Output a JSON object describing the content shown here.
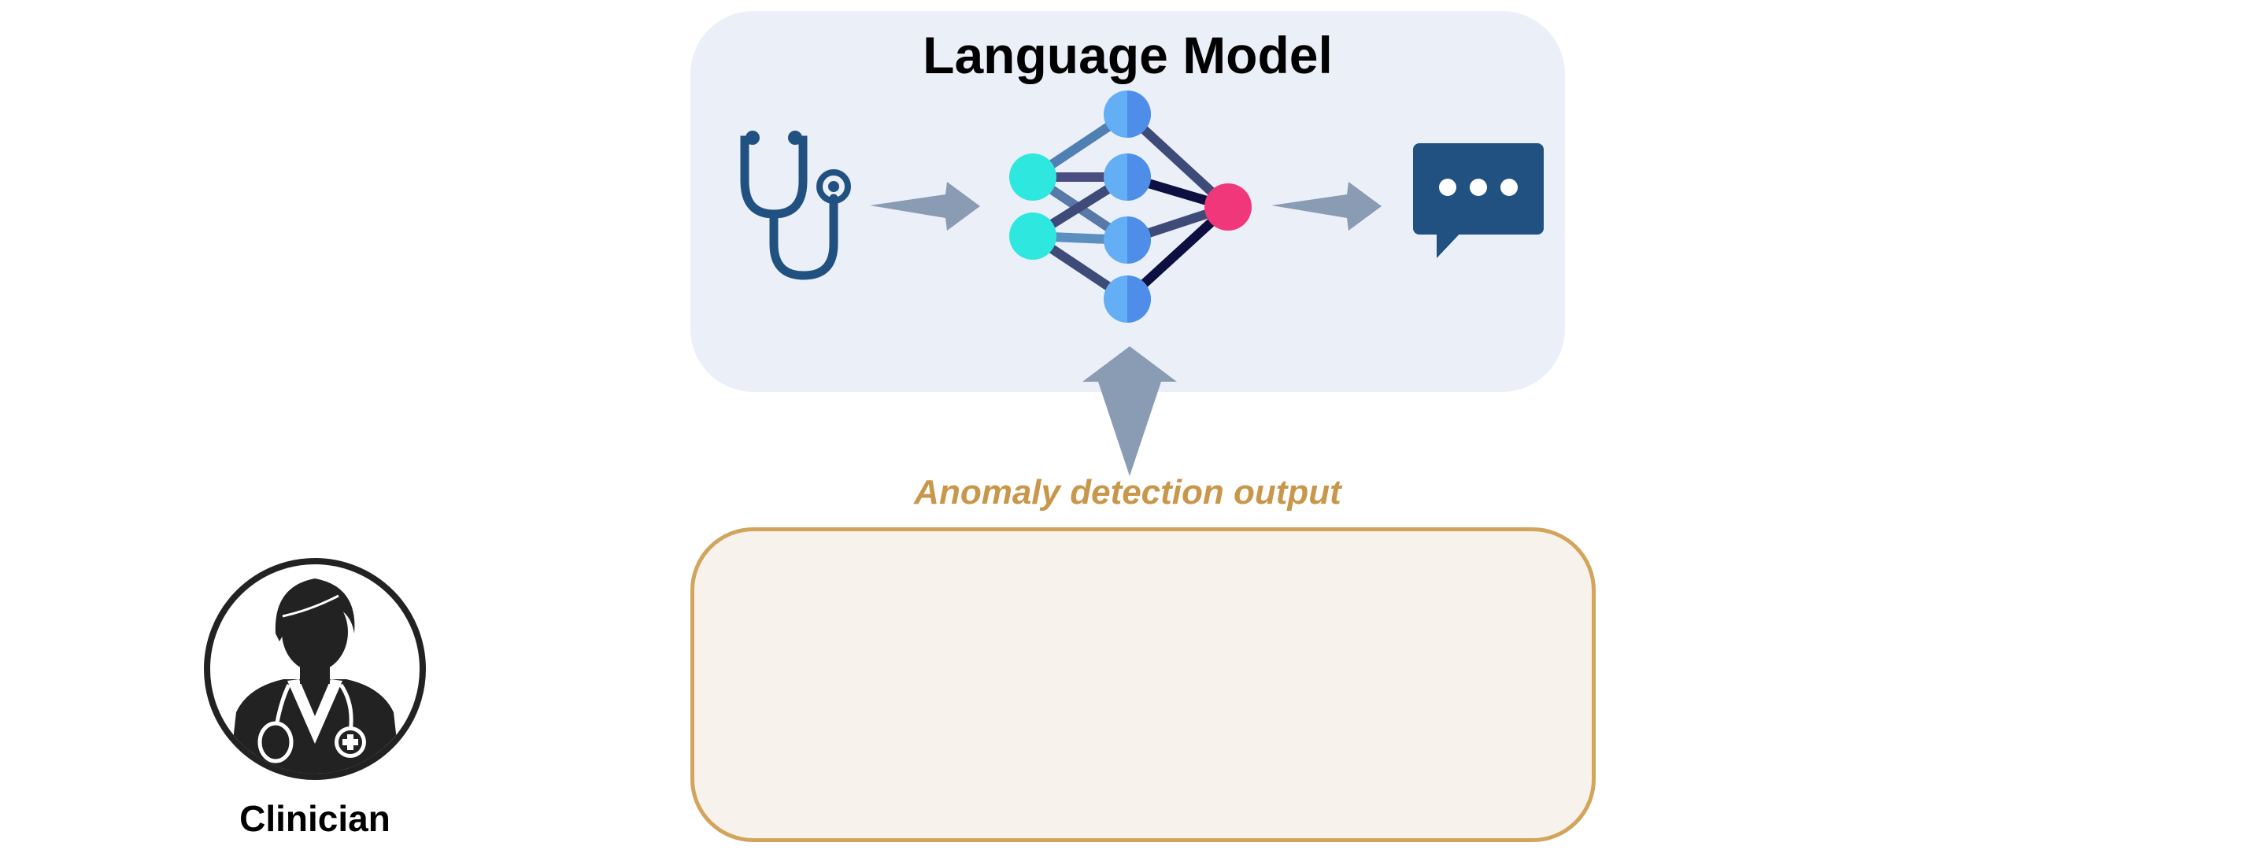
{
  "diagram": {
    "language_model": {
      "title": "Language Model",
      "input_icon": "stethoscope-icon",
      "core_icon": "neural-network-icon",
      "output_icon": "chat-bubble-icon"
    },
    "anomaly_detection": {
      "label": "Anomaly detection output"
    },
    "clinician": {
      "label": "Clinician",
      "icon": "doctor-avatar-icon"
    }
  },
  "colors": {
    "panel_bg": "#ebeff8",
    "arrow": "#8a9bb4",
    "icon_blue": "#215180",
    "node_cyan": "#2ee8e0",
    "node_blue": "#63aef4",
    "node_pink": "#f0377a",
    "anomaly_text": "#c9974b",
    "anomaly_border": "#d2a45c",
    "anomaly_bg": "#f8f2ec"
  }
}
